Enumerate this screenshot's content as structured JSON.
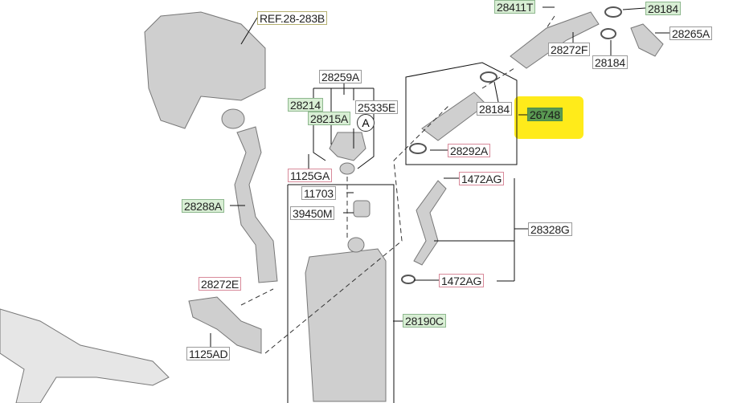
{
  "highlight_color": "#ffeb1a",
  "labels": {
    "ref": "REF.28-283B",
    "p28411T": "28411T",
    "p28184_top": "28184",
    "p28265A": "28265A",
    "p28272F": "28272F",
    "p28184_mid": "28184",
    "p28259A": "28259A",
    "p28214": "28214",
    "p25335E": "25335E",
    "p28184_left": "28184",
    "p26748": "26748",
    "p28215A": "28215A",
    "circle_a": "A",
    "p28292A": "28292A",
    "p1125GA": "1125GA",
    "p1472AG_top": "1472AG",
    "p11703": "11703",
    "p28288A": "28288A",
    "p39450M": "39450M",
    "p28328G": "28328G",
    "p1472AG_bottom": "1472AG",
    "p28272E": "28272E",
    "p28190C": "28190C",
    "p1125AD": "1125AD"
  }
}
